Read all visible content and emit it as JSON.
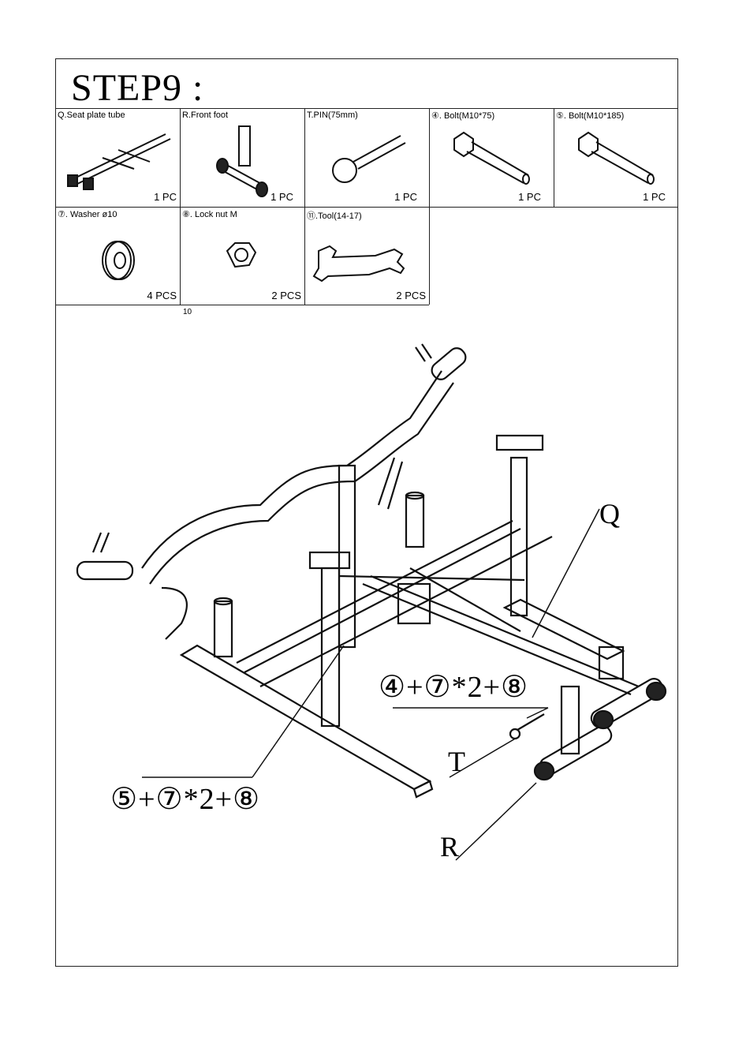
{
  "step_title": "STEP9 :",
  "parts": [
    {
      "label": "Q.Seat plate tube",
      "qty": "1 PC"
    },
    {
      "label": "R.Front foot",
      "qty": "1 PC"
    },
    {
      "label": "T.PIN(75mm)",
      "qty": "1 PC"
    },
    {
      "label": "④. Bolt(M10*75)",
      "qty": "1 PC"
    },
    {
      "label": "⑤. Bolt(M10*185)",
      "qty": "1 PC"
    },
    {
      "label": "⑦. Washer ø10",
      "qty": "4 PCS"
    },
    {
      "label": "⑧. Lock nut M",
      "qty": "2 PCS"
    },
    {
      "label": "⑪.Tool(14-17)",
      "qty": "2 PCS"
    }
  ],
  "note_under_table": "10",
  "callouts": {
    "right_combo": "④+⑦*2+⑧",
    "left_combo": "⑤+⑦*2+⑧",
    "label_q": "Q",
    "label_t": "T",
    "label_r": "R"
  }
}
